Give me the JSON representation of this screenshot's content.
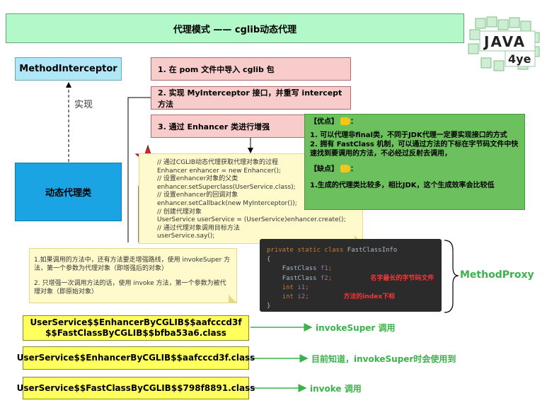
{
  "title": "代理模式 —— cglib动态代理",
  "method_interceptor": "MethodInterceptor",
  "implements_label": "实现",
  "dynamic_proxy_class": "动态代理类",
  "steps": [
    "1.  在 pom 文件中导入 cglib 包",
    "2. 实现 MyInterceptor 接口，并重写 intercept 方法",
    "3. 通过  Enhancer 类进行增强"
  ],
  "pros_cons": {
    "pros_title": "【优点】",
    "pros_suffix": "：",
    "pros_items": [
      "1. 可以代理非final类，不同于JDK代理一定要实现接口的方式",
      "2. 拥有 FastClass 机制，可以通过方法的下标在字节码文件中快速找到要调用的方法，不必经过反射去调用，"
    ],
    "cons_title": "【缺点】",
    "cons_suffix": "：",
    "cons_items": [
      "1.生成的代理类比较多，相比JDK，这个生成效率会比较低"
    ]
  },
  "code_lines": [
    "// 通过CGLIB动态代理获取代理对象的过程",
    "Enhancer enhancer = new Enhancer();",
    "// 设置enhancer对象的父类",
    "enhancer.setSuperclass(UserService.class);",
    "// 设置enhancer的回调对象",
    "enhancer.setCallback(new MyInterceptor());",
    "// 创建代理对象",
    "UserService userService = (UserService)enhancer.create();",
    "// 通过代理对象调用目标方法",
    "userService.say();"
  ],
  "invoke_notes": [
    "1.如果调用的方法中，还有方法要走增强路线，使用 invokeSuper 方法，第一个参数为代理对象（即增强后的对象）",
    "2. 只增强一次调用方法的话，使用 invoke 方法，第一个参数为被代理对象（即原始对象）"
  ],
  "fastclass_code": {
    "line1": {
      "kw": "private static class ",
      "name": "FastClassInfo"
    },
    "line2": "{",
    "line3": {
      "type": "FastClass ",
      "field": "f1",
      "end": ";"
    },
    "line4": {
      "type": "FastClass ",
      "field": "f2",
      "end": ";"
    },
    "line5": {
      "type": "int ",
      "field": "i1",
      "end": ";"
    },
    "line6": {
      "type": "int ",
      "field": "i2",
      "end": ";"
    },
    "line7": "}",
    "annotation_f2": "名字最长的字节码文件",
    "annotation_i2": "方法的index下标"
  },
  "method_proxy_label": "MethodProxy",
  "classes": [
    {
      "name": "UserService$$EnhancerByCGLIB$$aafcccd3f$$FastClassByCGLIB$$bfba53a6.class",
      "note": "invokeSuper 调用"
    },
    {
      "name": "UserService$$EnhancerByCGLIB$$aafcccd3f.class",
      "note": "目前知道，invokeSuper时会使用到"
    },
    {
      "name": "UserService$$FastClassByCGLIB$$798f8891.class",
      "note": "invoke 调用"
    }
  ],
  "logo": {
    "line1": "JAVA",
    "line2": "4ye"
  },
  "colors": {
    "title_bg": "#b3f8c8",
    "interceptor_bg": "#b0e7f6",
    "proxy_bg": "#1aa4e3",
    "step_bg": "#f9cccc",
    "pros_bg": "#6cc05e",
    "note_bg": "#fffacc",
    "code_bg": "#2b2b2b",
    "class_bg": "#ffff5e",
    "green_text": "#3bb34a",
    "star": "#e02020"
  }
}
